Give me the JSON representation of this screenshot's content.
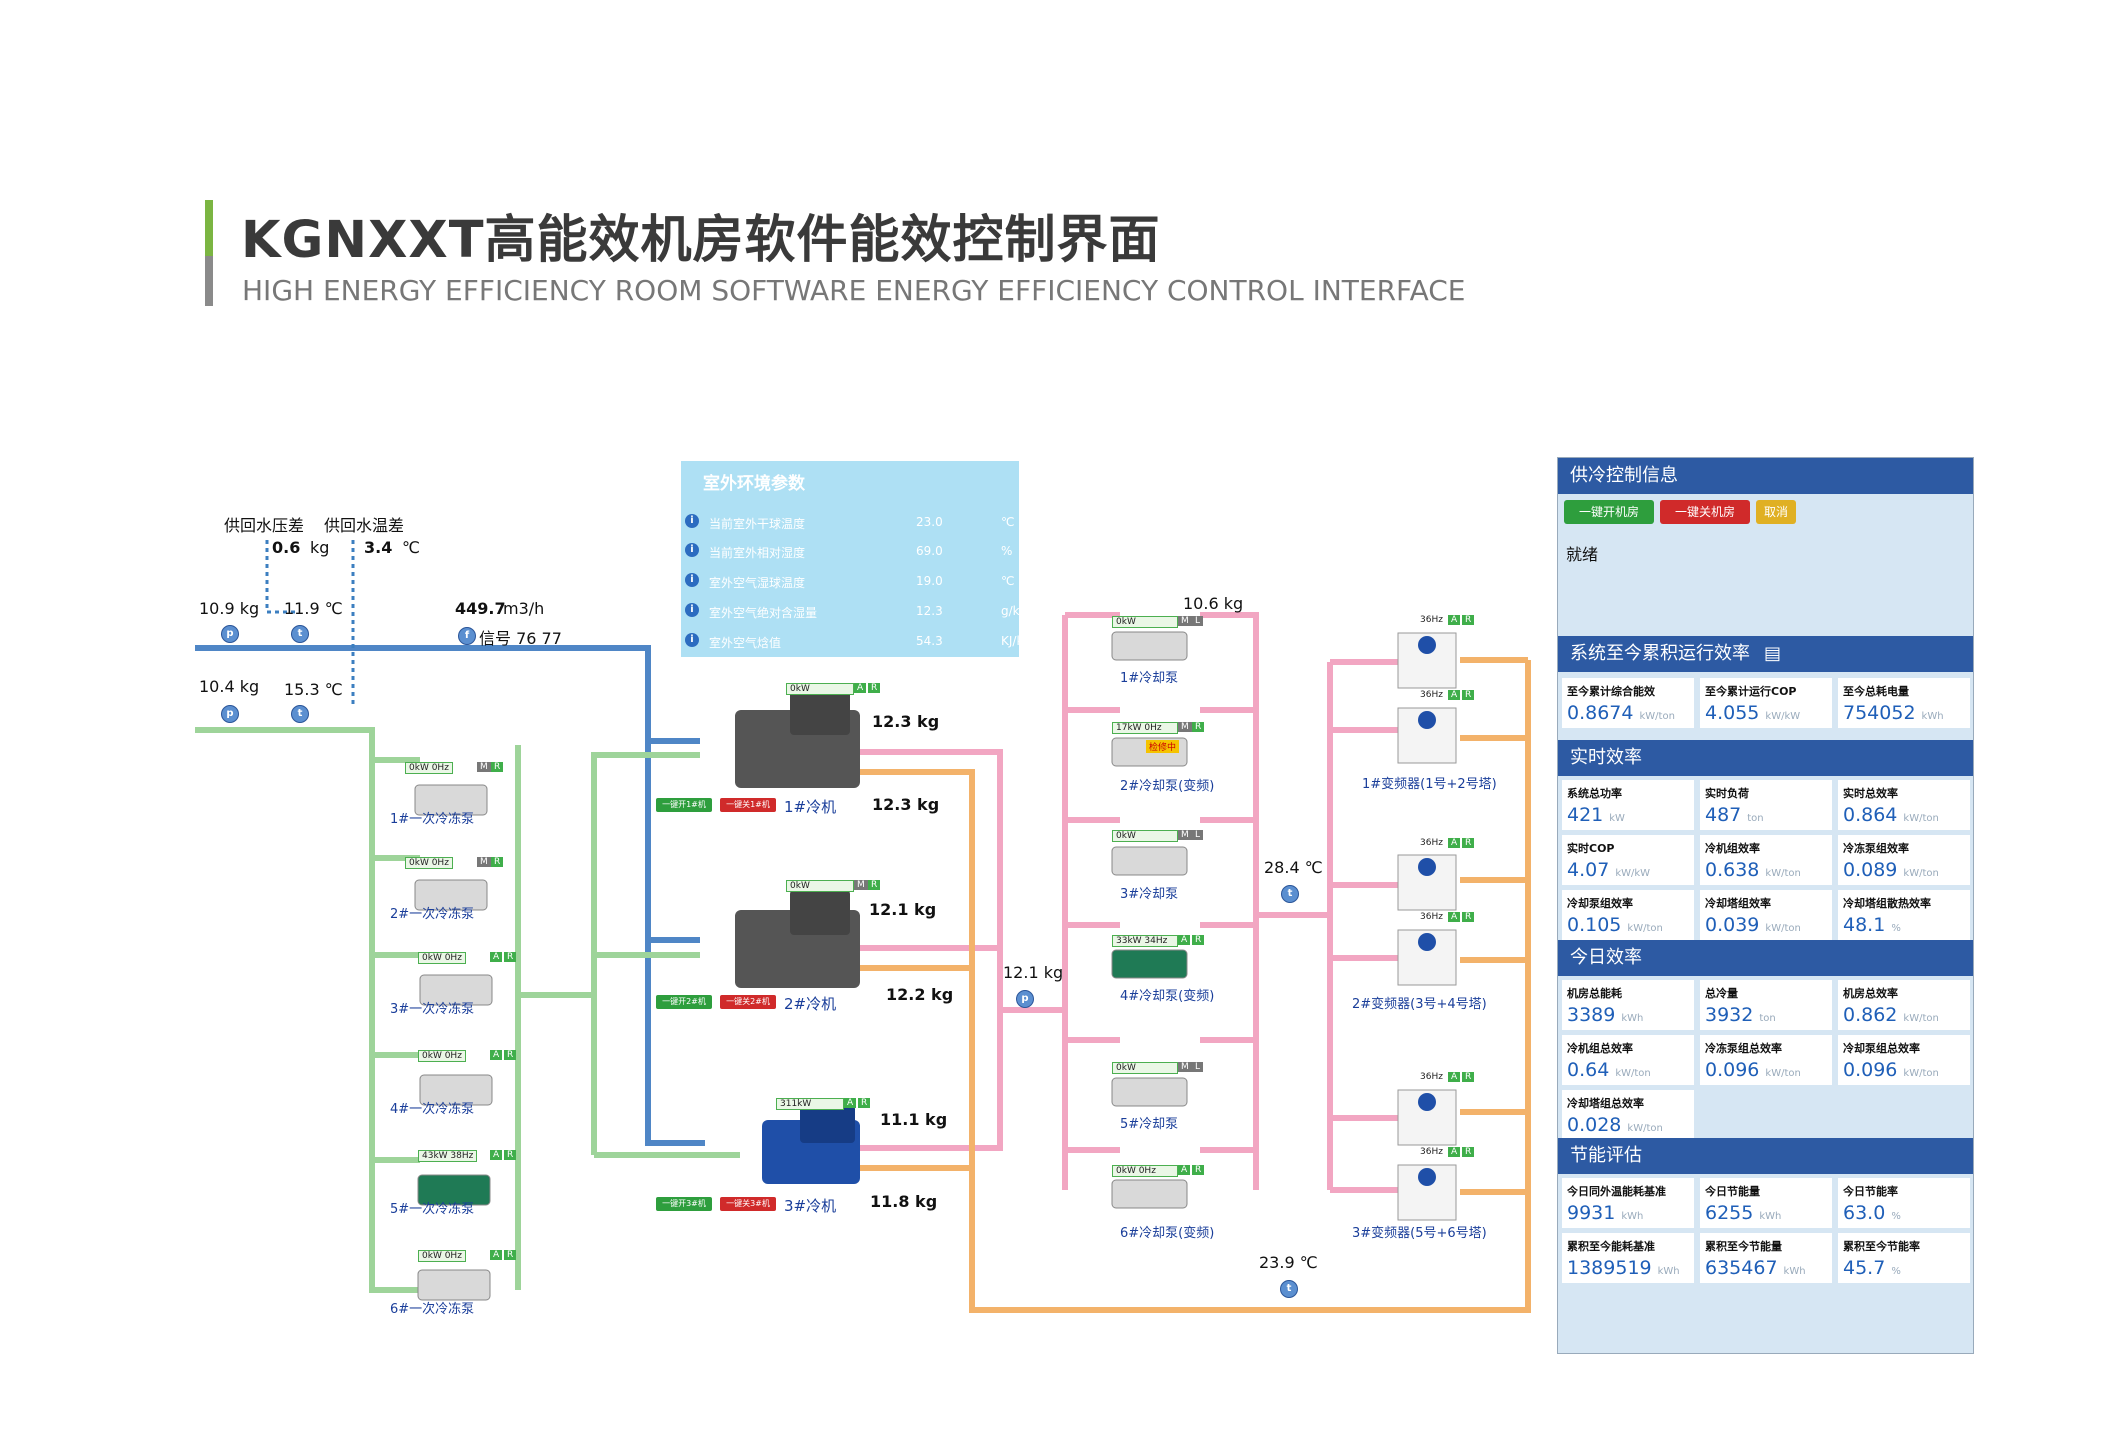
{
  "header": {
    "title": "KGNXXT高能效机房软件能效控制界面",
    "subtitle": "HIGH ENERGY EFFICIENCY ROOM SOFTWARE ENERGY EFFICIENCY CONTROL INTERFACE"
  },
  "supply_return": {
    "pressure_diff_label": "供回水压差",
    "pressure_diff_value": "0.6",
    "pressure_diff_unit": "kg",
    "temp_diff_label": "供回水温差",
    "temp_diff_value": "3.4",
    "temp_diff_unit": "℃",
    "p1": "10.9 kg",
    "t1": "11.9 ℃",
    "p2": "10.4 kg",
    "t2": "15.3 ℃",
    "flow_value": "449.7",
    "flow_unit": "m3/h",
    "signal": "信号  76  77"
  },
  "env": {
    "title": "室外环境参数",
    "rows": [
      {
        "name": "当前室外干球温度",
        "value": "23.0",
        "unit": "℃"
      },
      {
        "name": "当前室外相对湿度",
        "value": "69.0",
        "unit": "%"
      },
      {
        "name": "室外空气湿球温度",
        "value": "19.0",
        "unit": "℃"
      },
      {
        "name": "室外空气绝对含湿量",
        "value": "12.3",
        "unit": "g/kg"
      },
      {
        "name": "室外空气焓值",
        "value": "54.3",
        "unit": "KJ/kg"
      }
    ]
  },
  "primary_pumps": [
    {
      "label": "1#一次冷冻泵",
      "kw": "0kW",
      "hz": "0Hz",
      "m1": "M",
      "m2": "R"
    },
    {
      "label": "2#一次冷冻泵",
      "kw": "0kW",
      "hz": "0Hz",
      "m1": "M",
      "m2": "R"
    },
    {
      "label": "3#一次冷冻泵",
      "kw": "0kW",
      "hz": "0Hz",
      "m1": "A",
      "m2": "R"
    },
    {
      "label": "4#一次冷冻泵",
      "kw": "0kW",
      "hz": "0Hz",
      "m1": "A",
      "m2": "R"
    },
    {
      "label": "5#一次冷冻泵",
      "kw": "43kW",
      "hz": "38Hz",
      "m1": "A",
      "m2": "R"
    },
    {
      "label": "6#一次冷冻泵",
      "kw": "0kW",
      "hz": "0Hz",
      "m1": "A",
      "m2": "R"
    }
  ],
  "chillers": [
    {
      "label": "1#冷机",
      "kw": "0kW",
      "m1": "A",
      "m2": "R",
      "p_out": "12.3 kg",
      "p_in": "12.3  kg",
      "on": "一键开1#机",
      "off": "一键关1#机"
    },
    {
      "label": "2#冷机",
      "kw": "0kW",
      "m1": "M",
      "m2": "R",
      "p_out": "12.1  kg",
      "p_in": "12.2  kg",
      "on": "一键开2#机",
      "off": "一键关2#机"
    },
    {
      "label": "3#冷机",
      "kw": "311kW",
      "m1": "A",
      "m2": "R",
      "p_out": "11.1  kg",
      "p_in": "11.8  kg",
      "on": "一键开3#机",
      "off": "一键关3#机"
    }
  ],
  "mid": {
    "p": "12.1 kg"
  },
  "cooling_pumps": [
    {
      "label": "1#冷却泵",
      "kw": "0kW",
      "hz": "",
      "m1": "M",
      "m2": "L",
      "extra": ""
    },
    {
      "label": "2#冷却泵(变频)",
      "kw": "17kW",
      "hz": "0Hz",
      "m1": "M",
      "m2": "R",
      "extra": "检修中"
    },
    {
      "label": "3#冷却泵",
      "kw": "0kW",
      "hz": "",
      "m1": "M",
      "m2": "L",
      "extra": ""
    },
    {
      "label": "4#冷却泵(变频)",
      "kw": "33kW",
      "hz": "34Hz",
      "m1": "A",
      "m2": "R",
      "extra": ""
    },
    {
      "label": "5#冷却泵",
      "kw": "0kW",
      "hz": "",
      "m1": "M",
      "m2": "L",
      "extra": ""
    },
    {
      "label": "6#冷却泵(变频)",
      "kw": "0kW",
      "hz": "0Hz",
      "m1": "A",
      "m2": "R",
      "extra": ""
    }
  ],
  "cooling": {
    "p_top": "10.6 kg",
    "t_mid": "28.4 ℃",
    "t_bottom": "23.9 ℃"
  },
  "towers": [
    {
      "label": "1#变频器(1号+2号塔)",
      "hz": "36Hz",
      "m1": "A",
      "m2": "R"
    },
    {
      "label": "2#变频器(3号+4号塔)",
      "hz": "36Hz",
      "m1": "A",
      "m2": "R"
    },
    {
      "label": "3#变频器(5号+6号塔)",
      "hz": "36Hz",
      "m1": "A",
      "m2": "R"
    }
  ],
  "right_panel": {
    "supply_title": "供冷控制信息",
    "btn_open": "一键开机房",
    "btn_close": "一键关机房",
    "btn_cancel": "取消",
    "status": "就绪",
    "cumulative_title": "系统至今累积运行效率",
    "cumulative": [
      {
        "label": "至今累计综合能效",
        "value": "0.8674",
        "unit": "kW/ton"
      },
      {
        "label": "至今累计运行COP",
        "value": "4.055",
        "unit": "kW/kW"
      },
      {
        "label": "至今总耗电量",
        "value": "754052",
        "unit": "kWh"
      }
    ],
    "realtime_title": "实时效率",
    "realtime": [
      {
        "label": "系统总功率",
        "value": "421",
        "unit": "kW"
      },
      {
        "label": "实时负荷",
        "value": "487",
        "unit": "ton"
      },
      {
        "label": "实时总效率",
        "value": "0.864",
        "unit": "kW/ton"
      },
      {
        "label": "实时COP",
        "value": "4.07",
        "unit": "kW/kW"
      },
      {
        "label": "冷机组效率",
        "value": "0.638",
        "unit": "kW/ton"
      },
      {
        "label": "冷冻泵组效率",
        "value": "0.089",
        "unit": "kW/ton"
      },
      {
        "label": "冷却泵组效率",
        "value": "0.105",
        "unit": "kW/ton"
      },
      {
        "label": "冷却塔组效率",
        "value": "0.039",
        "unit": "kW/ton"
      },
      {
        "label": "冷却塔组散热效率",
        "value": "48.1",
        "unit": "%"
      }
    ],
    "today_title": "今日效率",
    "today": [
      {
        "label": "机房总能耗",
        "value": "3389",
        "unit": "kWh"
      },
      {
        "label": "总冷量",
        "value": "3932",
        "unit": "ton"
      },
      {
        "label": "机房总效率",
        "value": "0.862",
        "unit": "kW/ton"
      },
      {
        "label": "冷机组总效率",
        "value": "0.64",
        "unit": "kW/ton"
      },
      {
        "label": "冷冻泵组总效率",
        "value": "0.096",
        "unit": "kW/ton"
      },
      {
        "label": "冷却泵组总效率",
        "value": "0.096",
        "unit": "kW/ton"
      },
      {
        "label": "冷却塔组总效率",
        "value": "0.028",
        "unit": "kW/ton"
      }
    ],
    "saving_title": "节能评估",
    "saving": [
      {
        "label": "今日同外温能耗基准",
        "value": "9931",
        "unit": "kWh"
      },
      {
        "label": "今日节能量",
        "value": "6255",
        "unit": "kWh"
      },
      {
        "label": "今日节能率",
        "value": "63.0",
        "unit": "%"
      },
      {
        "label": "累积至今能耗基准",
        "value": "1389519",
        "unit": "kWh"
      },
      {
        "label": "累积至今节能量",
        "value": "635467",
        "unit": "kWh"
      },
      {
        "label": "累积至今节能率",
        "value": "45.7",
        "unit": "%"
      }
    ]
  },
  "colors": {
    "chilled_supply": "#4f86c6",
    "chilled_return": "#9ed49a",
    "cooling_supply": "#f2a6c2",
    "cooling_return": "#f3b26a",
    "panel_header": "#2d5aa3",
    "accent_green": "#7bb542"
  }
}
